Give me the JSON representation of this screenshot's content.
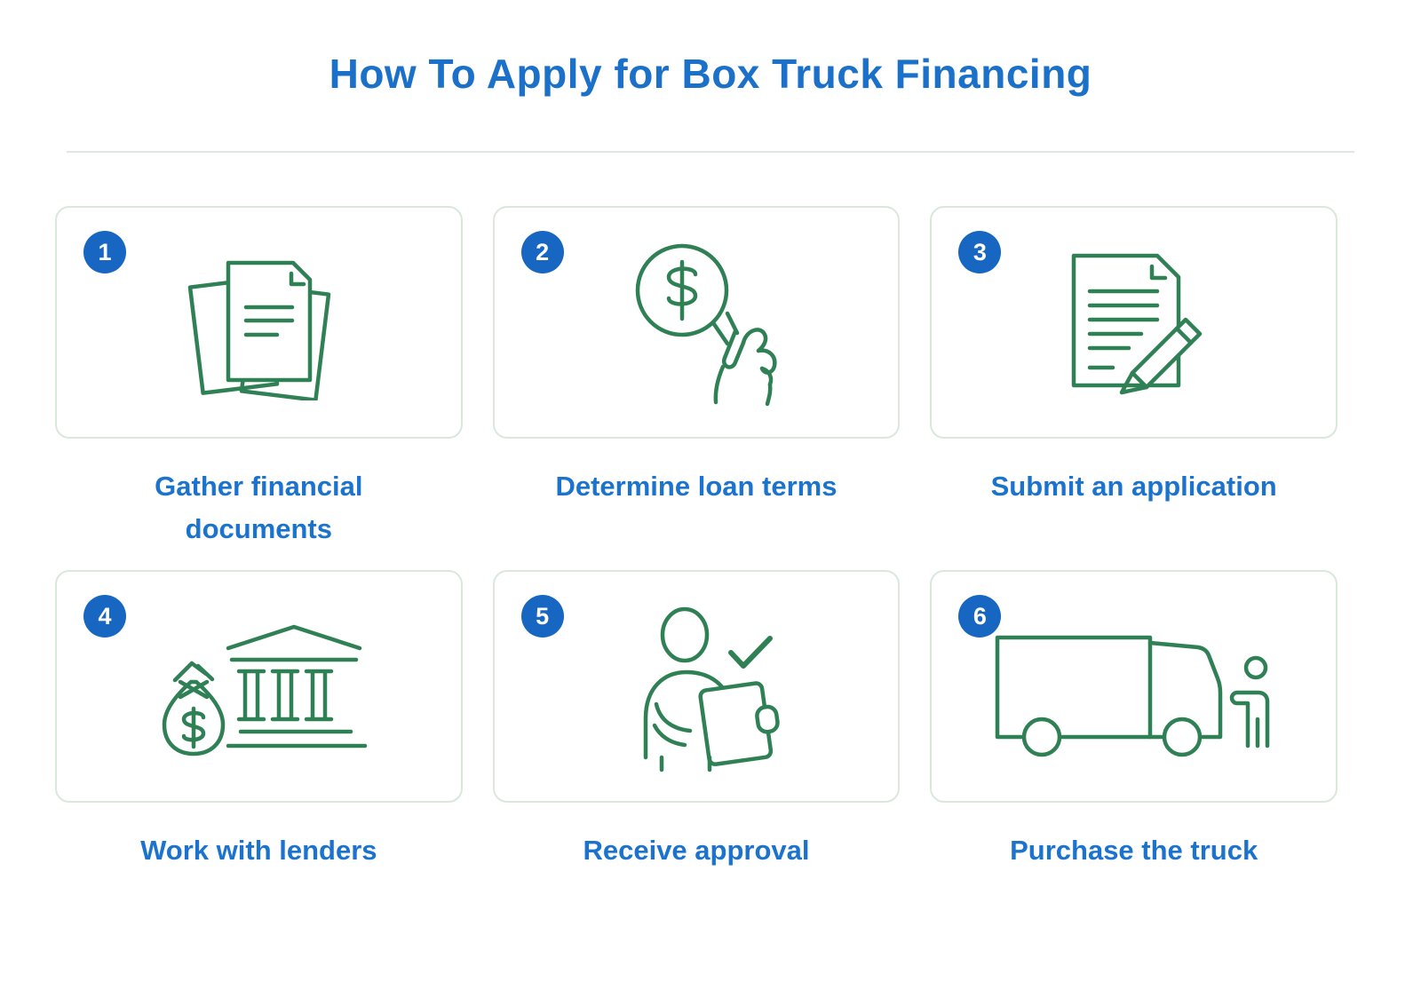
{
  "title": "How To Apply for Box Truck Financing",
  "steps": [
    {
      "number": "1",
      "label": "Gather financial documents",
      "icon": "financial-documents-icon"
    },
    {
      "number": "2",
      "label": "Determine loan terms",
      "icon": "hand-dollar-coin-icon"
    },
    {
      "number": "3",
      "label": "Submit an application",
      "icon": "application-form-pencil-icon"
    },
    {
      "number": "4",
      "label": "Work with lenders",
      "icon": "money-bag-bank-icon"
    },
    {
      "number": "5",
      "label": "Receive approval",
      "icon": "person-clipboard-check-icon"
    },
    {
      "number": "6",
      "label": "Purchase the truck",
      "icon": "box-truck-buyer-icon"
    }
  ],
  "colors": {
    "title_blue": "#1b70c9",
    "label_blue": "#1c73cd",
    "badge_blue": "#1766c2",
    "icon_green": "#2f8155",
    "card_border": "#d9e7dd",
    "divider": "#dde8e0"
  }
}
